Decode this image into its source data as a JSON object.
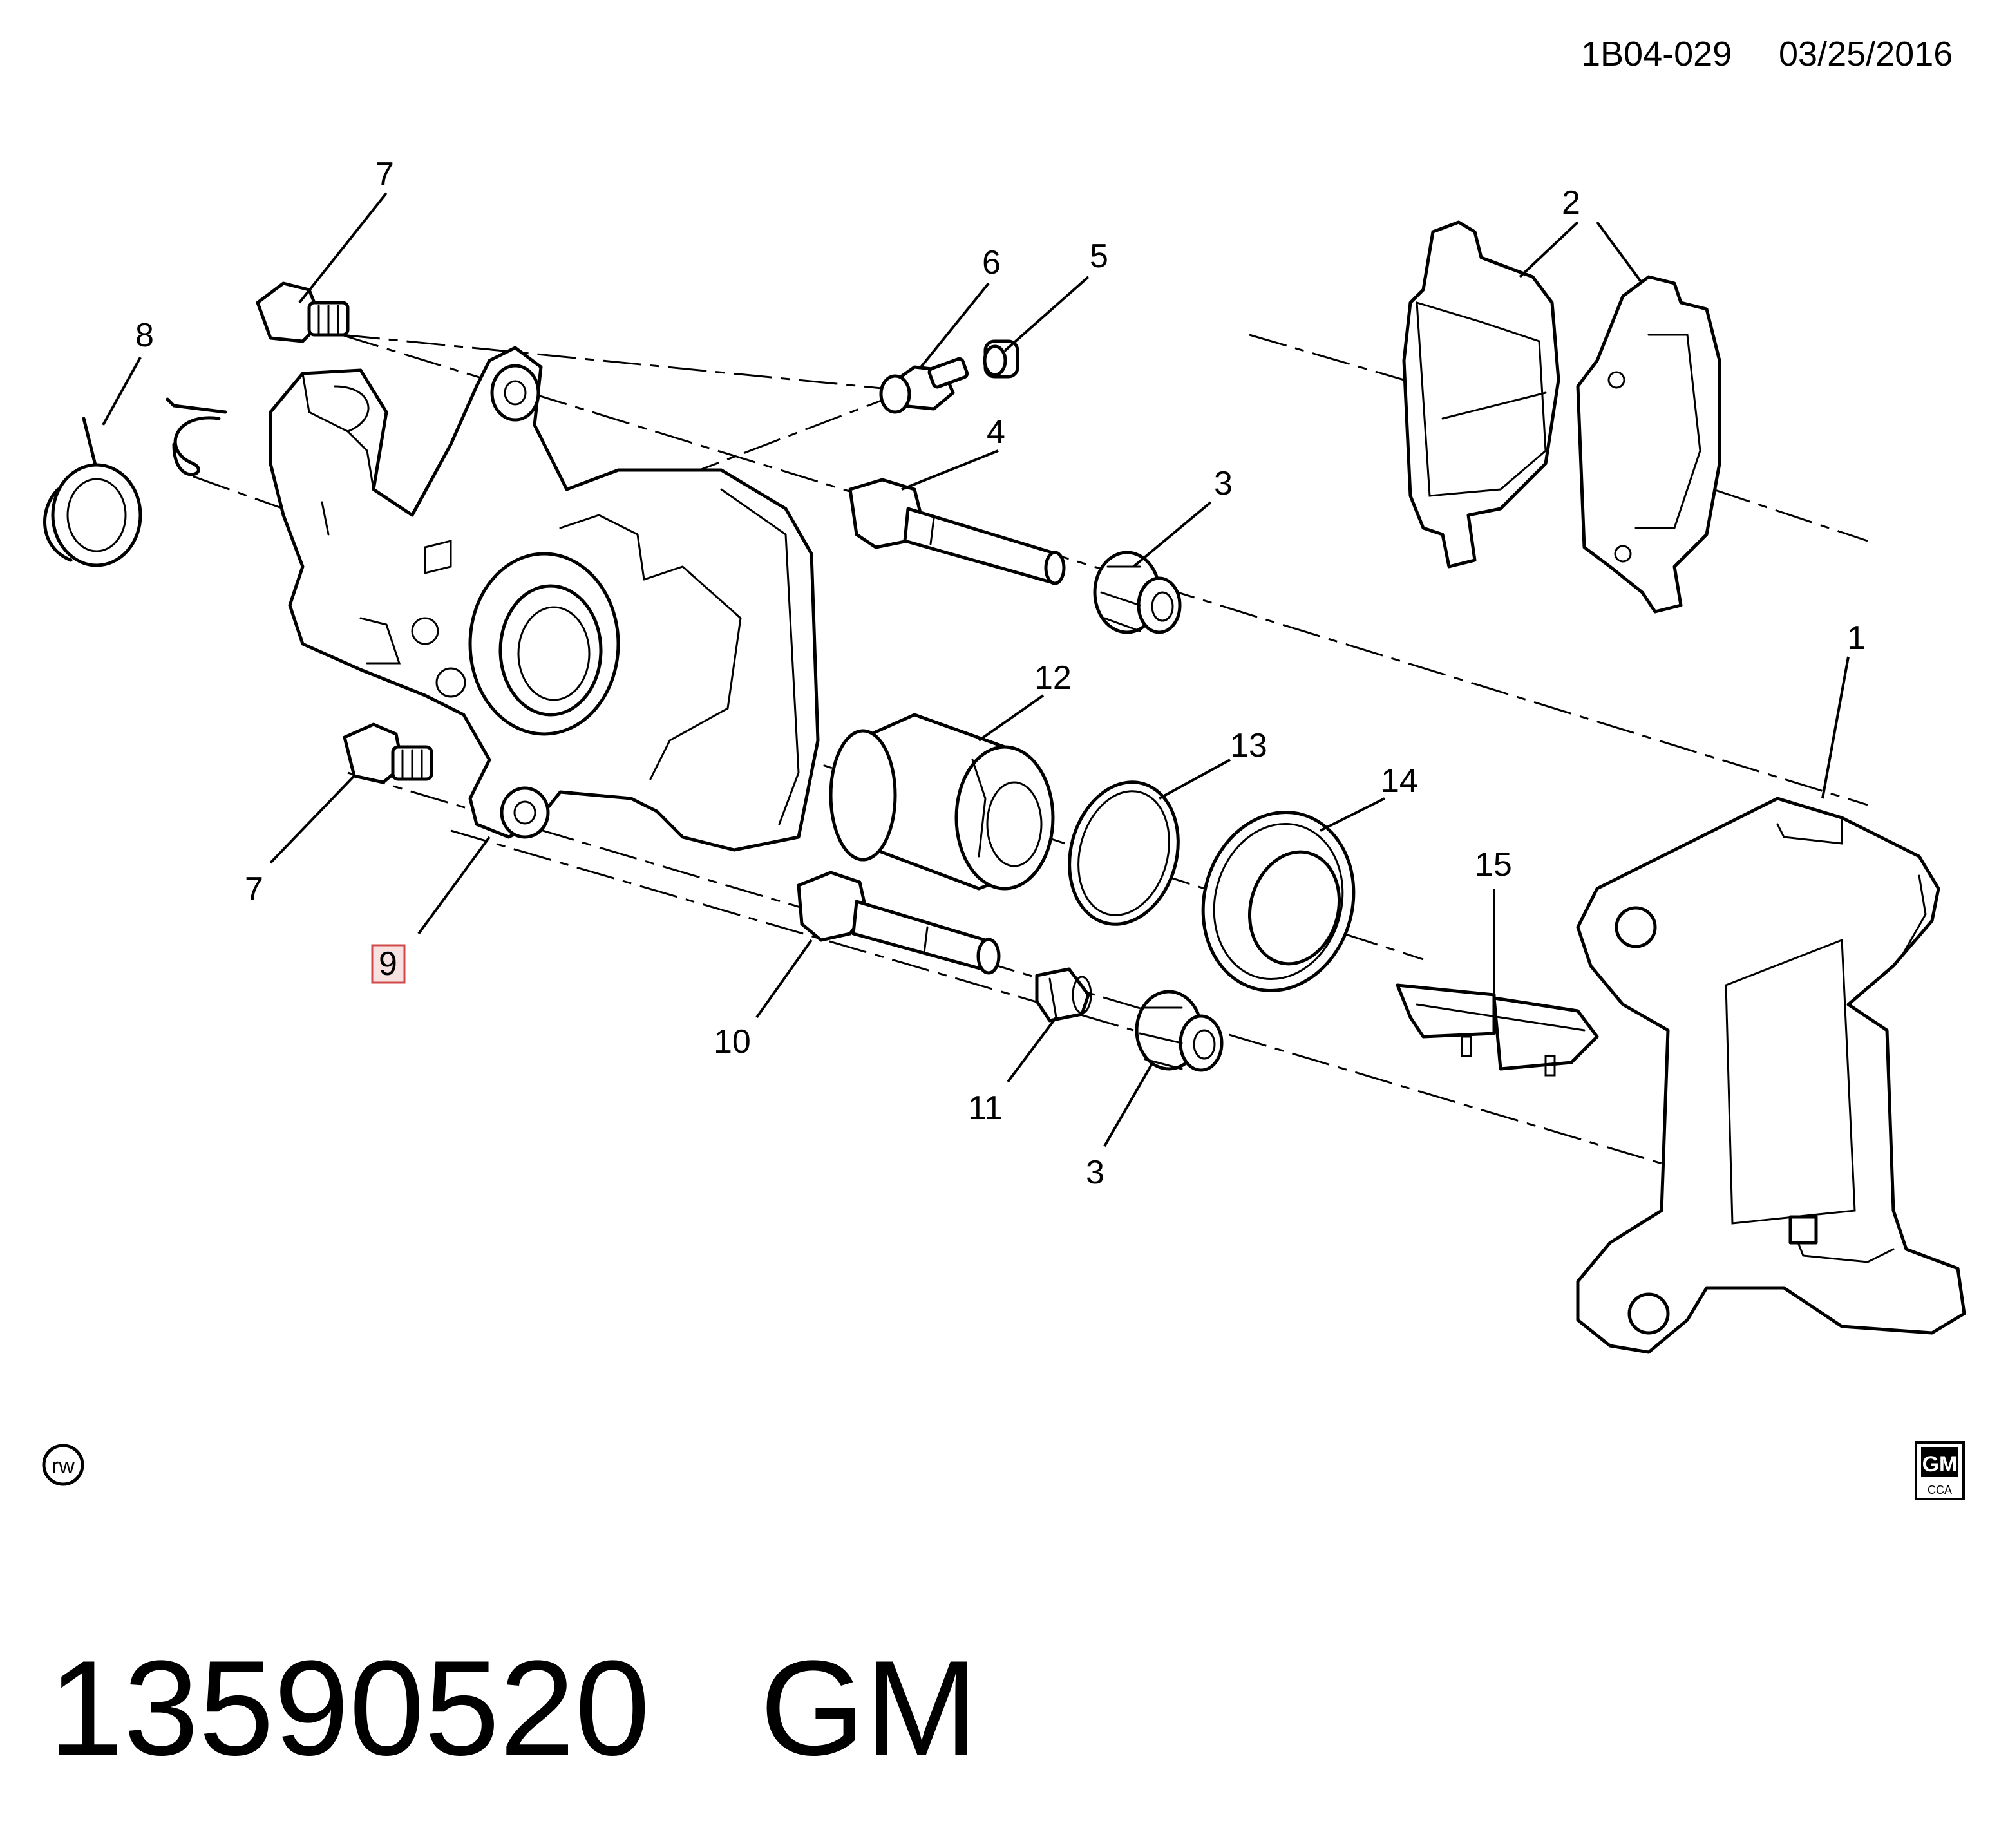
{
  "header": {
    "doc_id": "1B04-029",
    "date": "03/25/2016"
  },
  "callouts": {
    "c1": "1",
    "c2": "2",
    "c3a": "3",
    "c3b": "3",
    "c4": "4",
    "c5": "5",
    "c6": "6",
    "c7a": "7",
    "c7b": "7",
    "c8": "8",
    "c9": "9",
    "c10": "10",
    "c11": "11",
    "c12": "12",
    "c13": "13",
    "c14": "14",
    "c15": "15"
  },
  "highlighted_callout": "9",
  "badges": {
    "rw": "rw",
    "gm_logo": "GM",
    "gm_sub": "CCA"
  },
  "footer": {
    "part_number": "13590520",
    "brand": "GM"
  },
  "colors": {
    "ink": "#000000",
    "highlight_border": "#d04a4a",
    "highlight_fill": "#f7e1e1"
  }
}
